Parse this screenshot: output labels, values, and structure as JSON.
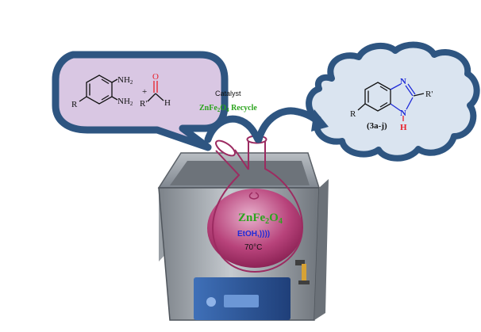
{
  "reactant_amine": {
    "nh2_top": "NH",
    "nh2_top_sub": "2",
    "nh2_bottom": "NH",
    "nh2_bottom_sub": "2",
    "r_group": "R"
  },
  "plus_sign": "+",
  "reactant_aldehyde": {
    "oxygen": "O",
    "hydrogen": "H",
    "r_group": "R'"
  },
  "catalyst": {
    "label": "Catalyst",
    "formula_main": "ZnFe",
    "formula_sub1": "2",
    "formula_mid": "O",
    "formula_sub2": "4",
    "recycle": " Recycle"
  },
  "product": {
    "n_upper": "N",
    "n_lower": "N",
    "h": "H",
    "r_group": "R",
    "r_prime": "R'",
    "label": "(3a-j)"
  },
  "flask": {
    "catalyst_main": "ZnFe",
    "catalyst_sub1": "2",
    "catalyst_mid": "O",
    "catalyst_sub2": "4",
    "solvent": "EtOH,))))",
    "temperature": "70°C"
  },
  "colors": {
    "bubble_stroke": "#2e5581",
    "left_bubble_fill": "#d9c7e3",
    "right_bubble_fill": "#dae4f0",
    "catalyst_green": "#2ba41d",
    "oxygen_red": "#e8202a",
    "nitrogen_blue": "#1f2bd8",
    "flask_liquid": "#a3285f",
    "bath_steel": "#8d9399"
  }
}
